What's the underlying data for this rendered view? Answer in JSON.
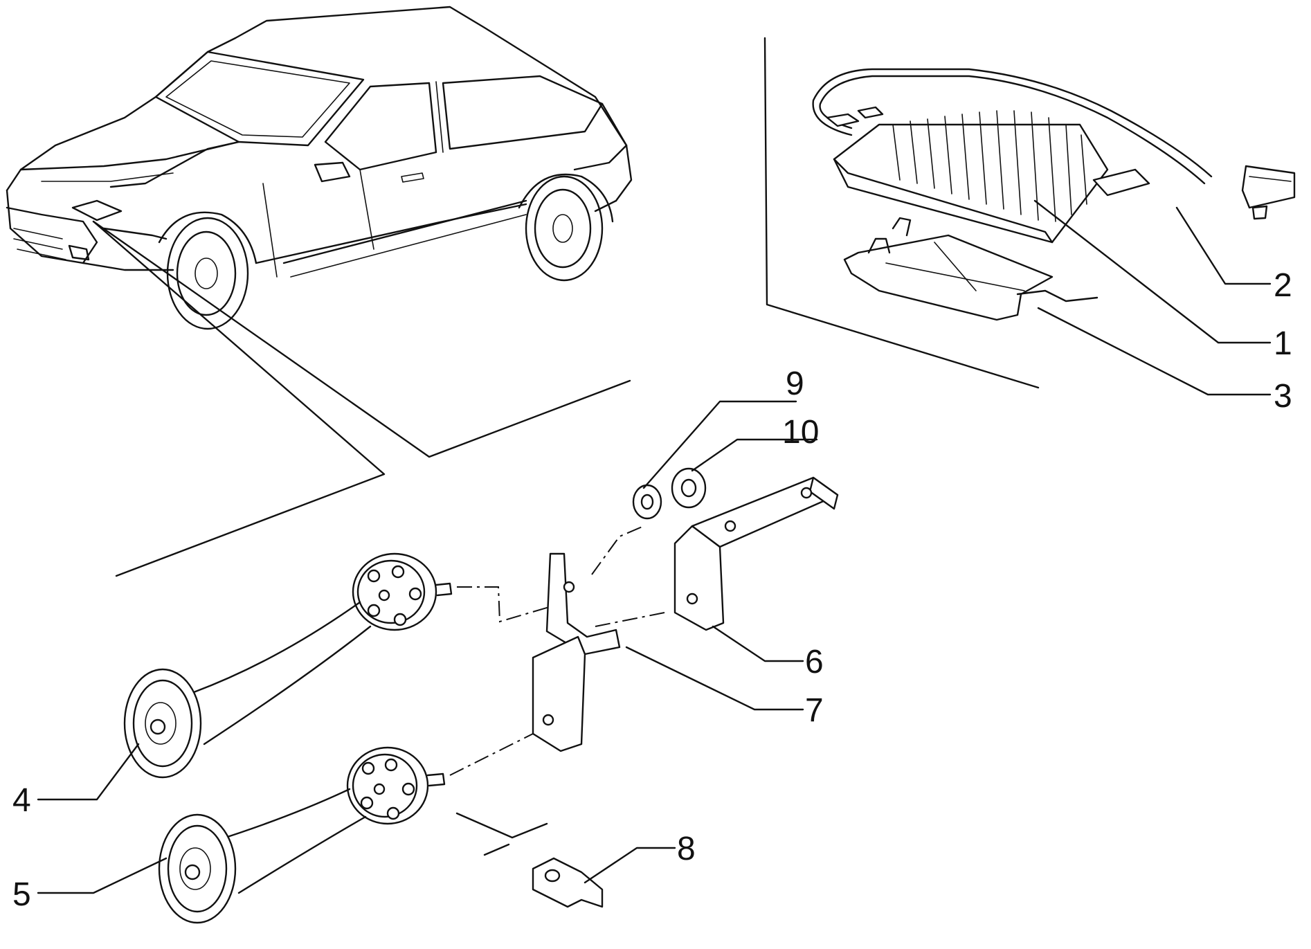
{
  "colors": {
    "line": "#111111",
    "background": "#ffffff"
  },
  "callouts": {
    "c1": "1",
    "c2": "2",
    "c3": "3",
    "c4": "4",
    "c5": "5",
    "c6": "6",
    "c7": "7",
    "c8": "8",
    "c9": "9",
    "c10": "10"
  }
}
